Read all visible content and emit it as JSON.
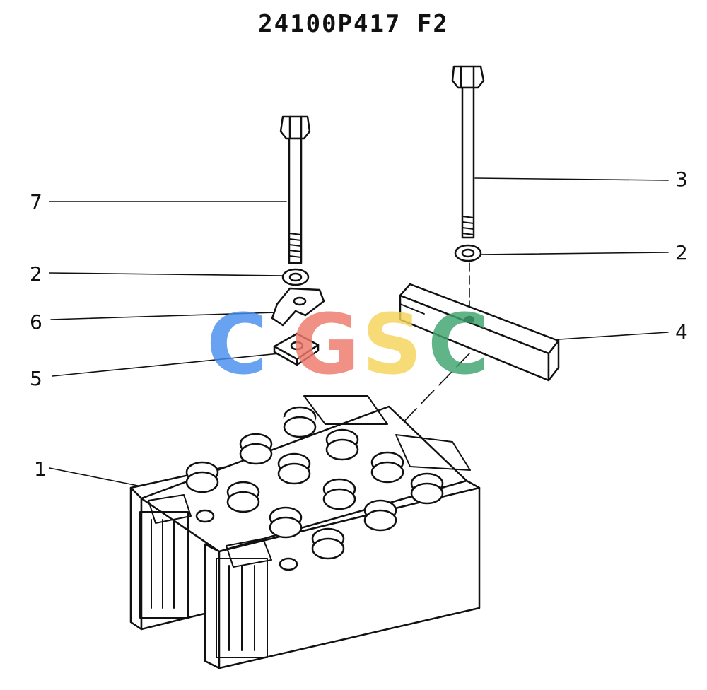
{
  "drawing_number": "24100P417 F2",
  "callouts": {
    "battery": "1",
    "lock_washer_left": "2",
    "lock_washer_right": "2",
    "long_bolt": "3",
    "hold_down_bar": "4",
    "square_nut": "5",
    "clamp_plate": "6",
    "short_bolt": "7"
  },
  "watermark": {
    "letters": [
      "C",
      "G",
      "S",
      "C"
    ],
    "colors": [
      "#4a8ef0",
      "#ef7a6c",
      "#f6d45a",
      "#3fa46e"
    ]
  }
}
